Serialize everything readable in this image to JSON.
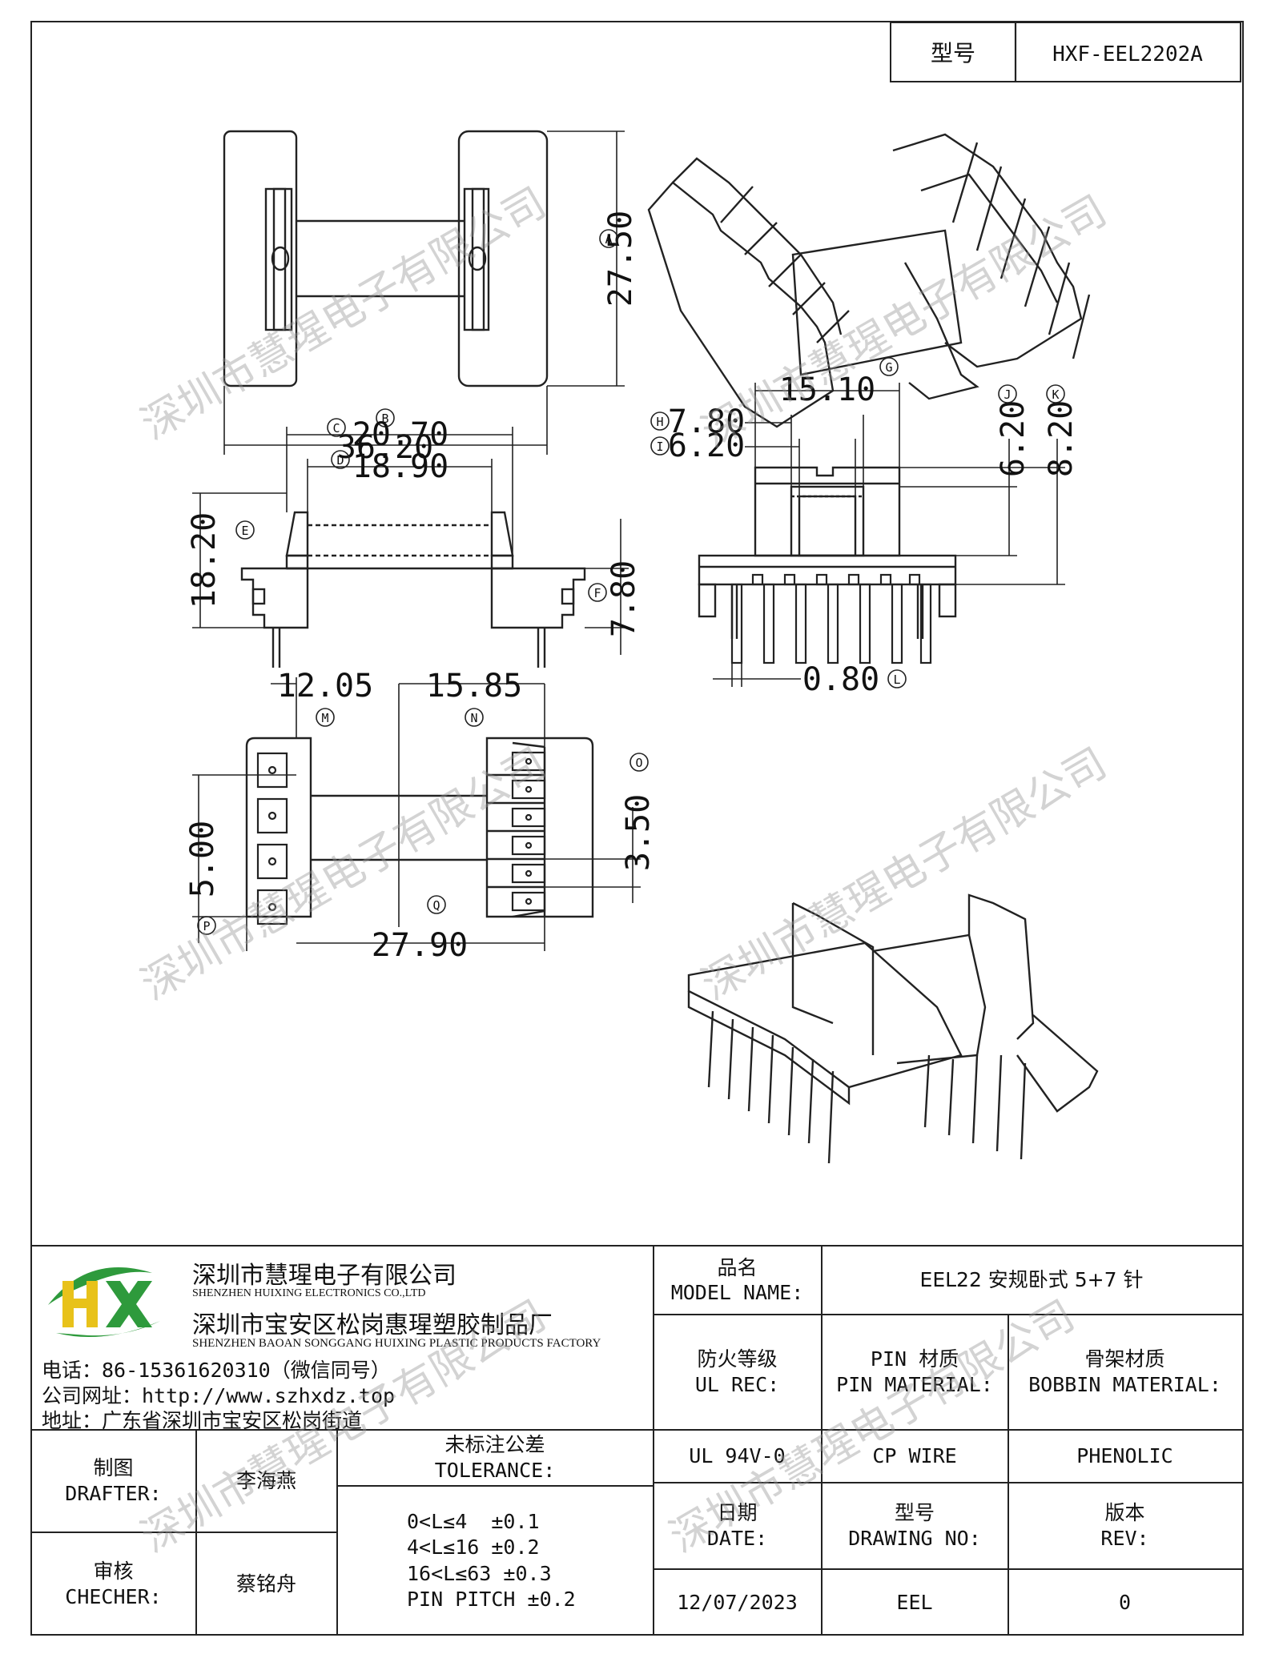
{
  "title_block": {
    "model_label": "型号",
    "model_value": "HXF-EEL2202A"
  },
  "dimensions": {
    "A": "27.50",
    "B": "36.20",
    "C": "20.70",
    "D": "18.90",
    "E": "18.20",
    "F": "7.80",
    "G": "15.10",
    "H": "7.80",
    "I": "6.20",
    "J": "6.20",
    "K": "8.20",
    "L": "0.80",
    "M": "12.05",
    "N": "15.85",
    "O": "3.50",
    "P": "5.00",
    "Q": "27.90"
  },
  "markers": {
    "A": "A",
    "B": "B",
    "C": "C",
    "D": "D",
    "E": "E",
    "F": "F",
    "G": "G",
    "H": "H",
    "I": "I",
    "J": "J",
    "K": "K",
    "L": "L",
    "M": "M",
    "N": "N",
    "O": "O",
    "P": "P",
    "Q": "Q"
  },
  "company": {
    "logo_text": "HX",
    "name_cn_1": "深圳市慧瑆电子有限公司",
    "name_en_1": "SHENZHEN HUIXING ELECTRONICS CO.,LTD",
    "name_cn_2": "深圳市宝安区松岗惠瑆塑胶制品厂",
    "name_en_2": "SHENZHEN BAOAN SONGGANG HUIXING PLASTIC PRODUCTS FACTORY",
    "phone": "电话：86-15361620310（微信同号）",
    "website": "公司网址：http://www.szhxdz.top",
    "address": "地址：广东省深圳市宝安区松岗街道"
  },
  "table": {
    "model_name_cn": "品名",
    "model_name_en": "MODEL NAME:",
    "model_name_value": "EEL22 安规卧式 5+7 针",
    "ul_cn": "防火等级",
    "ul_en": "UL REC:",
    "pin_cn": "PIN 材质",
    "pin_en": "PIN MATERIAL:",
    "bobbin_cn": "骨架材质",
    "bobbin_en": "BOBBIN MATERIAL:",
    "ul_value": "UL 94V-0",
    "pin_value": "CP WIRE",
    "bobbin_value": "PHENOLIC",
    "drafter_cn": "制图",
    "drafter_en": "DRAFTER:",
    "drafter_name": "李海燕",
    "checker_cn": "审核",
    "checker_en": "CHECHER:",
    "checker_name": "蔡铭舟",
    "tolerance_cn": "未标注公差",
    "tolerance_en": "TOLERANCE:",
    "tolerance_lines": [
      "0<L≤4  ±0.1",
      "4<L≤16 ±0.2",
      "16<L≤63 ±0.3",
      "PIN PITCH ±0.2"
    ],
    "date_cn": "日期",
    "date_en": "DATE:",
    "date_value": "12/07/2023",
    "drawing_cn": "型号",
    "drawing_en": "DRAWING NO:",
    "drawing_value": "EEL",
    "rev_cn": "版本",
    "rev_en": "REV:",
    "rev_value": "0"
  },
  "watermark": "深圳市慧瑆电子有限公司",
  "colors": {
    "line": "#222222",
    "logo_green": "#2e9a3c",
    "logo_yellow": "#e8c21a",
    "watermark": "#9a9a9a"
  }
}
